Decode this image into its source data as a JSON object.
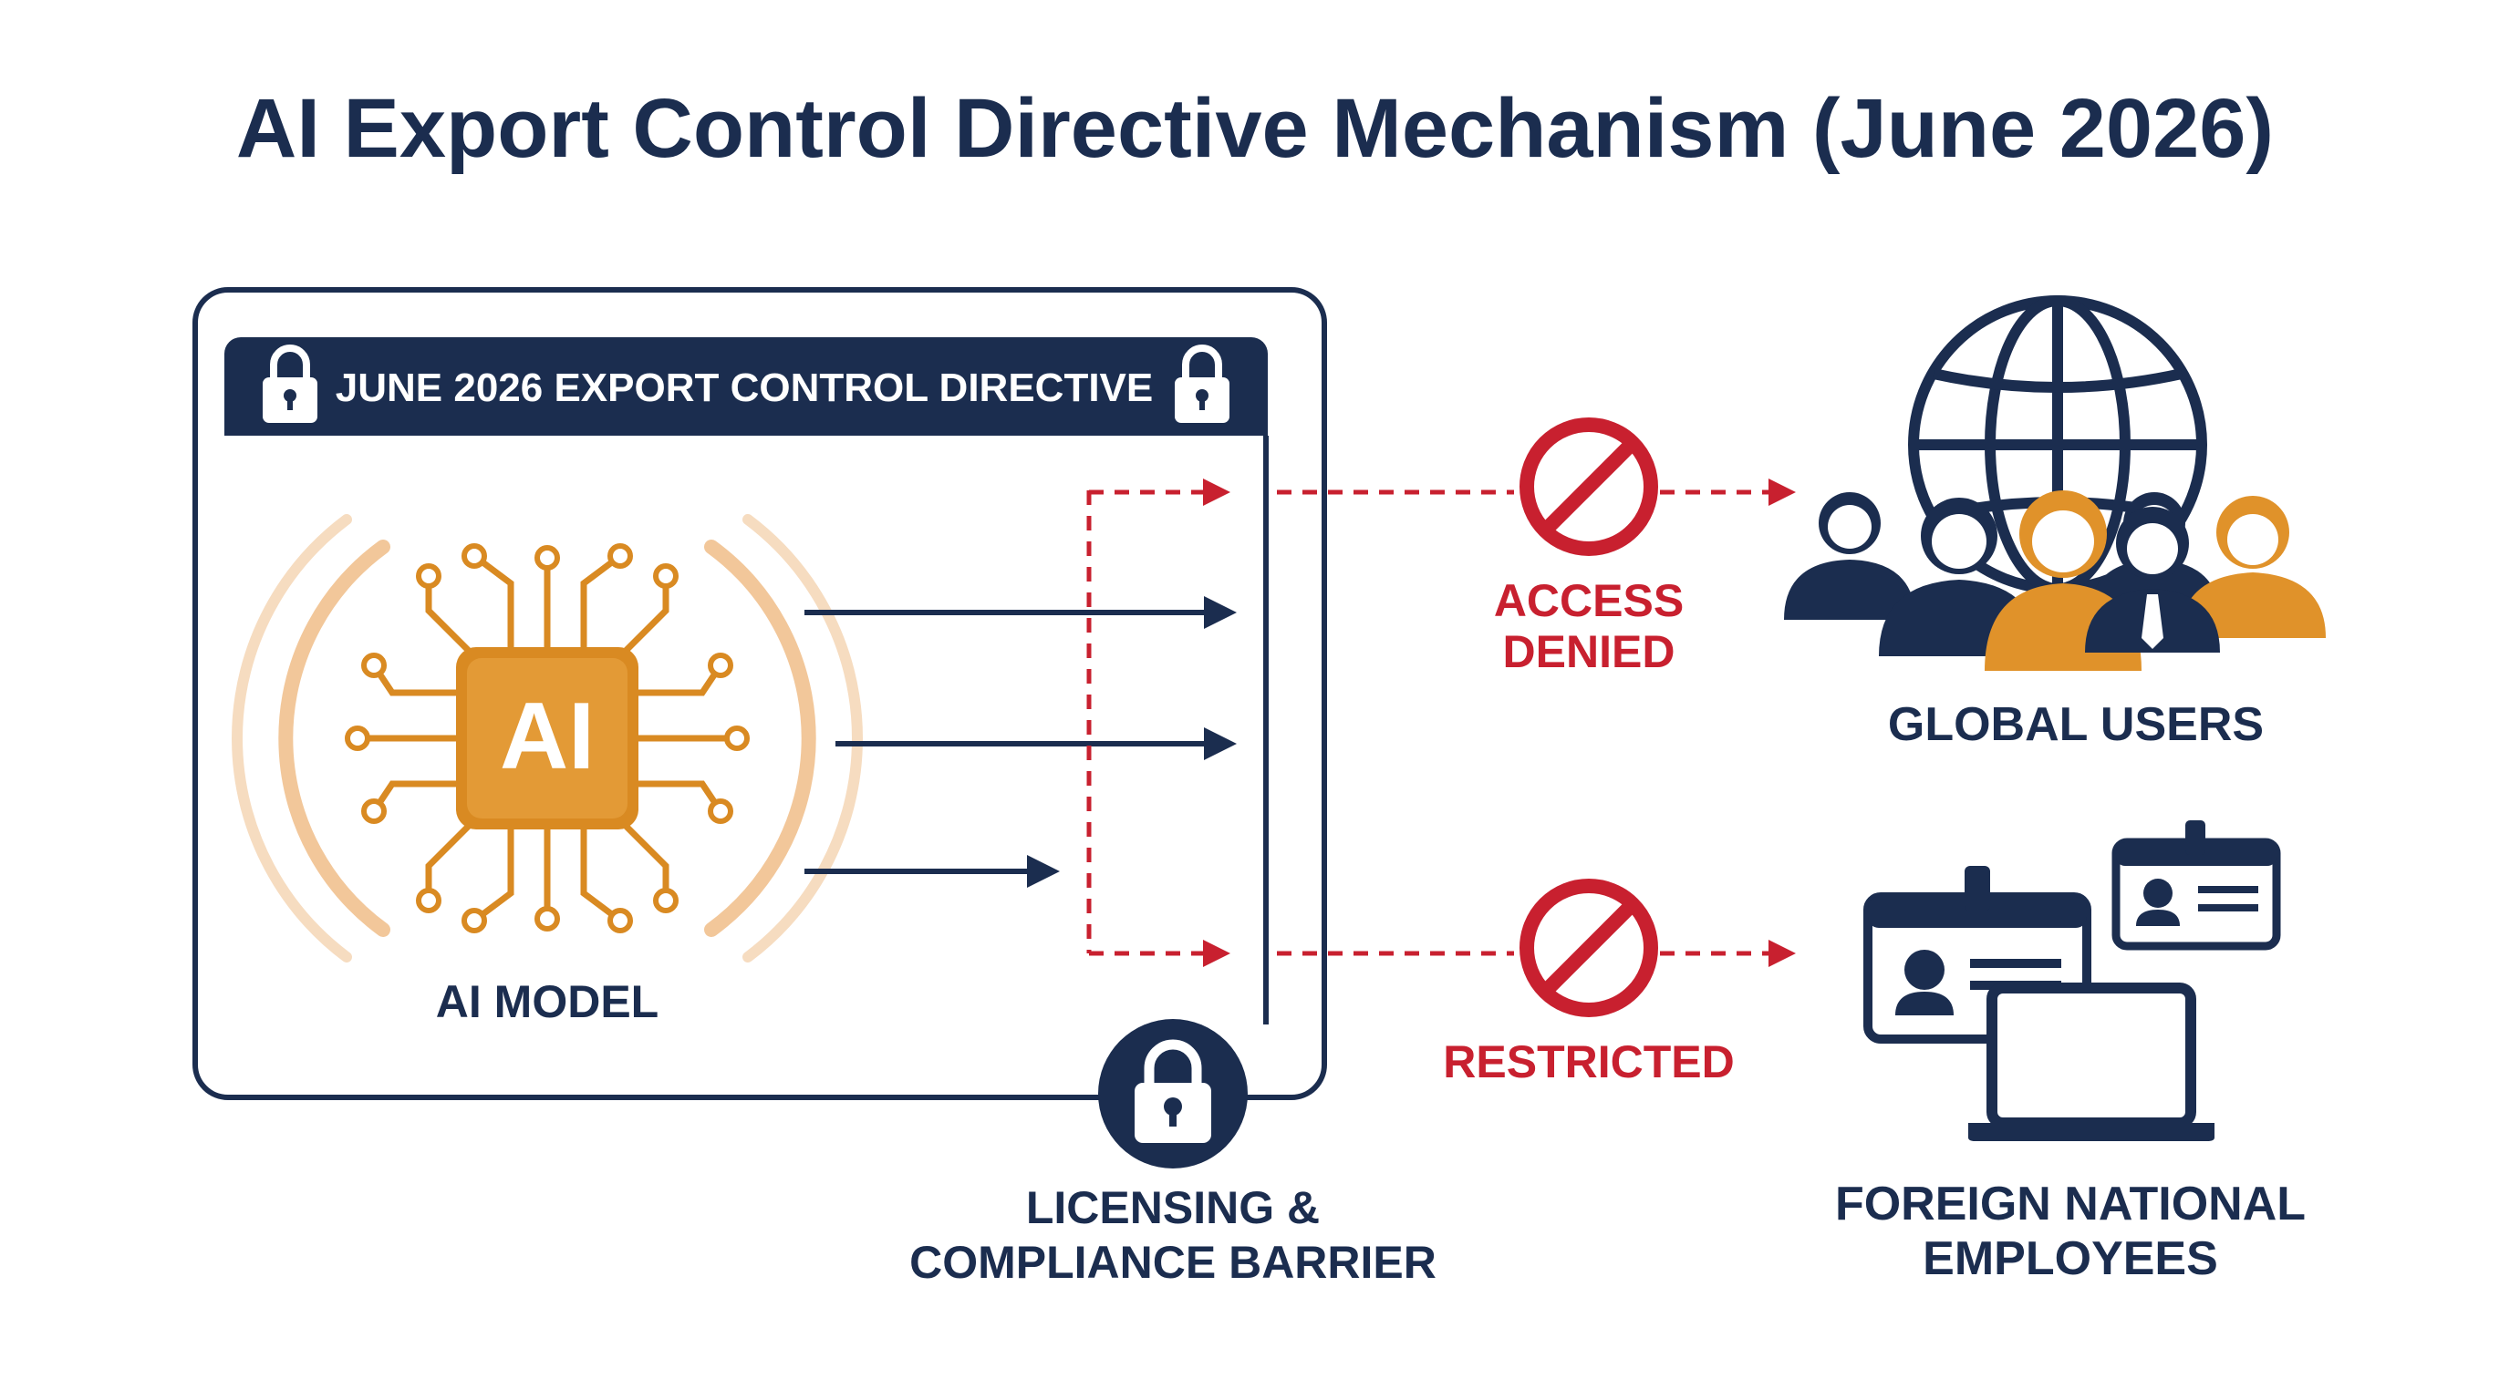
{
  "title": "AI Export Control Directive Mechanism (June 2026)",
  "directive_banner": "JUNE 2026 EXPORT CONTROL DIRECTIVE",
  "ai_chip_text": "AI",
  "ai_model_label": "AI MODEL",
  "barrier_label_line1": "LICENSING &",
  "barrier_label_line2": "COMPLIANCE BARRIER",
  "access_denied_line1": "ACCESS",
  "access_denied_line2": "DENIED",
  "restricted_label": "RESTRICTED",
  "global_users_label": "GLOBAL USERS",
  "foreign_employees_line1": "FOREIGN NATIONAL",
  "foreign_employees_line2": "EMPLOYEES",
  "colors": {
    "navy": "#1b2d4f",
    "red": "#c8202f",
    "orange": "#e0922a",
    "chip": "#d98a22",
    "glow": "#f2c79a"
  },
  "icons": [
    "lock-icon",
    "ai-chip-icon",
    "no-entry-icon",
    "globe-icon",
    "users-icon",
    "id-badge-icon",
    "laptop-icon"
  ]
}
